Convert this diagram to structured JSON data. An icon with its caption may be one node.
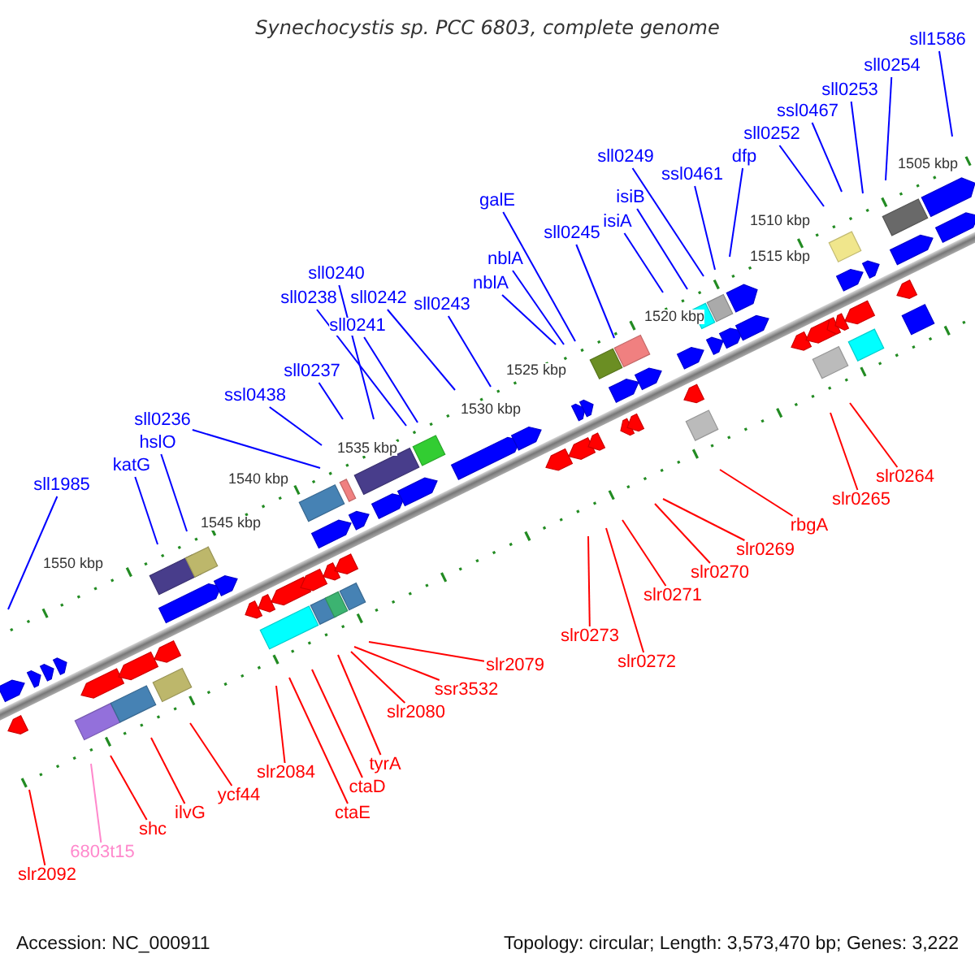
{
  "diagram": {
    "title": "Synechocystis sp. PCC 6803, complete genome",
    "nodes": [
      {
        "text": [
          "sll1586"
        ]
      },
      {
        "text": [
          "sll0254"
        ]
      },
      {
        "text": [
          "sll0253"
        ]
      },
      {
        "text": [
          "ssl0467"
        ]
      },
      {
        "text": [
          "sll0252"
        ]
      },
      {
        "text": [
          "dfp"
        ]
      },
      {
        "text": [
          "sll0249"
        ]
      },
      {
        "text": [
          "ssl0461"
        ]
      },
      {
        "text": [
          "galE"
        ]
      },
      {
        "text": [
          "isiB"
        ]
      },
      {
        "text": [
          "sll0245"
        ]
      },
      {
        "text": [
          "isiA"
        ]
      },
      {
        "text": [
          "nblA"
        ]
      },
      {
        "text": [
          "sll0240"
        ]
      },
      {
        "text": [
          "nblA"
        ]
      },
      {
        "text": [
          "sll0238"
        ]
      },
      {
        "text": [
          "sll0242"
        ]
      },
      {
        "text": [
          "sll0243"
        ]
      },
      {
        "text": [
          "sll0241"
        ]
      },
      {
        "text": [
          "sll0237"
        ]
      },
      {
        "text": [
          "ssl0438"
        ]
      },
      {
        "text": [
          "sll0236"
        ]
      },
      {
        "text": [
          "hslO"
        ]
      },
      {
        "text": [
          "katG"
        ]
      },
      {
        "text": [
          "sll1985"
        ]
      },
      {
        "text": [
          "slr0264"
        ]
      },
      {
        "text": [
          "slr0265"
        ]
      },
      {
        "text": [
          "rbgA"
        ]
      },
      {
        "text": [
          "slr0269"
        ]
      },
      {
        "text": [
          "slr0270"
        ]
      },
      {
        "text": [
          "slr0271"
        ]
      },
      {
        "text": [
          "slr0273"
        ]
      },
      {
        "text": [
          "slr0272"
        ]
      },
      {
        "text": [
          "slr2079"
        ]
      },
      {
        "text": [
          "ssr3532"
        ]
      },
      {
        "text": [
          "slr2080"
        ]
      },
      {
        "text": [
          "tyrA"
        ]
      },
      {
        "text": [
          "slr2084"
        ]
      },
      {
        "text": [
          "ctaD"
        ]
      },
      {
        "text": [
          "ycf44"
        ]
      },
      {
        "text": [
          "ctaE"
        ]
      },
      {
        "text": [
          "ilvG"
        ]
      },
      {
        "text": [
          "shc"
        ]
      },
      {
        "text": [
          "6803t15"
        ]
      },
      {
        "text": [
          "slr2092"
        ]
      }
    ],
    "edges": [
      {
        "from": 0,
        "to": null,
        "arrow": "none"
      },
      {
        "from": 1,
        "to": null,
        "arrow": "none"
      },
      {
        "from": 2,
        "to": null,
        "arrow": "none"
      },
      {
        "from": 3,
        "to": null,
        "arrow": "none"
      },
      {
        "from": 4,
        "to": null,
        "arrow": "none"
      },
      {
        "from": 5,
        "to": null,
        "arrow": "none"
      },
      {
        "from": 6,
        "to": null,
        "arrow": "none"
      },
      {
        "from": 7,
        "to": null,
        "arrow": "none"
      },
      {
        "from": 8,
        "to": null,
        "arrow": "none"
      },
      {
        "from": 9,
        "to": null,
        "arrow": "none"
      },
      {
        "from": 10,
        "to": null,
        "arrow": "none"
      },
      {
        "from": 11,
        "to": null,
        "arrow": "none"
      },
      {
        "from": 12,
        "to": null,
        "arrow": "none"
      },
      {
        "from": 13,
        "to": null,
        "arrow": "none"
      },
      {
        "from": 14,
        "to": null,
        "arrow": "none"
      },
      {
        "from": 15,
        "to": null,
        "arrow": "none"
      },
      {
        "from": 16,
        "to": null,
        "arrow": "none"
      },
      {
        "from": 17,
        "to": null,
        "arrow": "none"
      },
      {
        "from": 18,
        "to": null,
        "arrow": "none"
      },
      {
        "from": 19,
        "to": null,
        "arrow": "none"
      },
      {
        "from": 20,
        "to": null,
        "arrow": "none"
      },
      {
        "from": 21,
        "to": null,
        "arrow": "none"
      },
      {
        "from": 22,
        "to": null,
        "arrow": "none"
      },
      {
        "from": 23,
        "to": null,
        "arrow": "none"
      },
      {
        "from": 24,
        "to": null,
        "arrow": "none"
      },
      {
        "from": 25,
        "to": null,
        "arrow": "none",
        "color": "#ff0000"
      },
      {
        "from": 26,
        "to": null,
        "arrow": "none",
        "color": "#ff0000"
      },
      {
        "from": 27,
        "to": null,
        "arrow": "none",
        "color": "#ff0000"
      },
      {
        "from": 28,
        "to": null,
        "arrow": "none",
        "color": "#ff0000"
      },
      {
        "from": 29,
        "to": null,
        "arrow": "none",
        "color": "#ff0000"
      },
      {
        "from": 30,
        "to": null,
        "arrow": "none",
        "color": "#ff0000"
      },
      {
        "from": 31,
        "to": null,
        "arrow": "none",
        "color": "#ff0000"
      },
      {
        "from": 32,
        "to": null,
        "arrow": "none",
        "color": "#ff0000"
      },
      {
        "from": 33,
        "to": null,
        "arrow": "none",
        "color": "#ff0000"
      },
      {
        "from": 34,
        "to": null,
        "arrow": "none",
        "color": "#ff0000"
      },
      {
        "from": 35,
        "to": null,
        "arrow": "none",
        "color": "#ff0000"
      },
      {
        "from": 36,
        "to": null,
        "arrow": "none",
        "color": "#ff0000"
      },
      {
        "from": 37,
        "to": null,
        "arrow": "none",
        "color": "#ff0000"
      },
      {
        "from": 38,
        "to": null,
        "arrow": "none",
        "color": "#ff0000"
      },
      {
        "from": 39,
        "to": null,
        "arrow": "none",
        "color": "#ff0000"
      },
      {
        "from": 40,
        "to": null,
        "arrow": "none",
        "color": "#ff0000"
      },
      {
        "from": 41,
        "to": null,
        "arrow": "none",
        "color": "#ff0000"
      },
      {
        "from": 42,
        "to": null,
        "arrow": "none",
        "color": "#ff0000"
      },
      {
        "from": 43,
        "to": null,
        "arrow": "none",
        "color": "#ff88cc"
      },
      {
        "from": 44,
        "to": null,
        "arrow": "none",
        "color": "#ff0000"
      }
    ],
    "labels": [
      "1505 kbp",
      "1510 kbp",
      "1515 kbp",
      "1520 kbp",
      "1525 kbp",
      "1530 kbp",
      "1535 kbp",
      "1540 kbp",
      "1545 kbp",
      "1550 kbp",
      "Accession: NC_000911",
      "Topology: circular; Length: 3,573,470 bp; Genes: 3,222"
    ]
  }
}
